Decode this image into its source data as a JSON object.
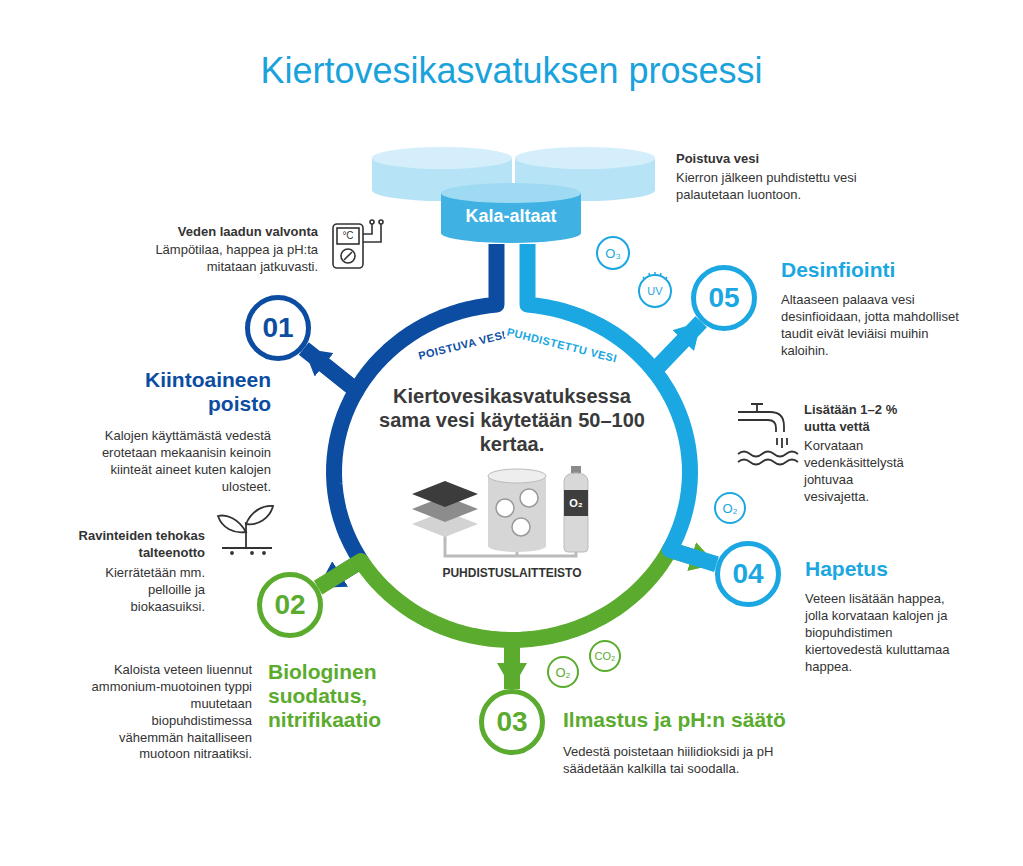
{
  "diagram": {
    "title": "Kiertovesikasvatuksen prosessi",
    "nodes": [
      {
        "text": [
          "Kala-altaat"
        ]
      },
      {
        "text": [
          "01",
          "Kiintoaineen poisto",
          "Kalojen käyttämästä vedestä erotetaan mekaanisin keinoin kiinteät aineet kuten kalojen ulosteet."
        ]
      },
      {
        "text": [
          "02",
          "Biologinen suodatus, nitrifikaatio",
          "Kaloista veteen liuennut ammonium-muotoinen typpi muutetaan biopuhdistimessa vähemmän haitalliseen muotoon nitraatiksi."
        ]
      },
      {
        "text": [
          "03",
          "Ilmastus ja pH:n säätö",
          "Vedestä poistetaan hiilidioksidi ja pH säädetään kalkilla tai soodalla."
        ]
      },
      {
        "text": [
          "04",
          "Hapetus",
          "Veteen lisätään happea, jolla korvataan kalojen ja biopuhdistimen kiertovedestä kuluttamaa happea."
        ]
      },
      {
        "text": [
          "05",
          "Desinfiointi",
          "Altaaseen palaava vesi desinfioidaan, jotta mahdolliset taudit eivät leviäisi muihin kaloihin."
        ]
      },
      {
        "text": [
          "O₃"
        ]
      },
      {
        "text": [
          "UV"
        ]
      },
      {
        "text": [
          "O₂"
        ]
      },
      {
        "text": [
          "O₂"
        ]
      },
      {
        "text": [
          "CO₂"
        ]
      },
      {
        "text": [
          "O₂"
        ]
      }
    ],
    "edges": [
      {
        "from": 0,
        "to": 1,
        "arrow": "to",
        "label": "POISTUVA VESI"
      },
      {
        "from": 1,
        "to": 2,
        "arrow": "to"
      },
      {
        "from": 2,
        "to": 3,
        "arrow": "to"
      },
      {
        "from": 3,
        "to": 4,
        "arrow": "to"
      },
      {
        "from": 4,
        "to": 5,
        "arrow": "to"
      },
      {
        "from": 5,
        "to": 0,
        "arrow": "none",
        "label": "PUHDISTETTU VESI"
      }
    ],
    "labels": [
      "Poistuva vesi",
      "Kierron jälkeen puhdistettu vesi palautetaan luontoon.",
      "Veden laadun valvonta",
      "Lämpötilaa, happea ja pH:ta mitataan jatkuvasti.",
      "°C",
      "Kiertovesikasvatuksessa sama vesi käytetään 50–100 kertaa.",
      "PUHDISTUSLAITTEISTO",
      "Ravinteiden tehokas talteenotto",
      "Kierrätetään mm. pelloille ja biokaasuiksi.",
      "Lisätään 1–2 % uutta vettä",
      "Korvataan vedenkäsittelystä johtuvaa vesivajetta."
    ]
  }
}
